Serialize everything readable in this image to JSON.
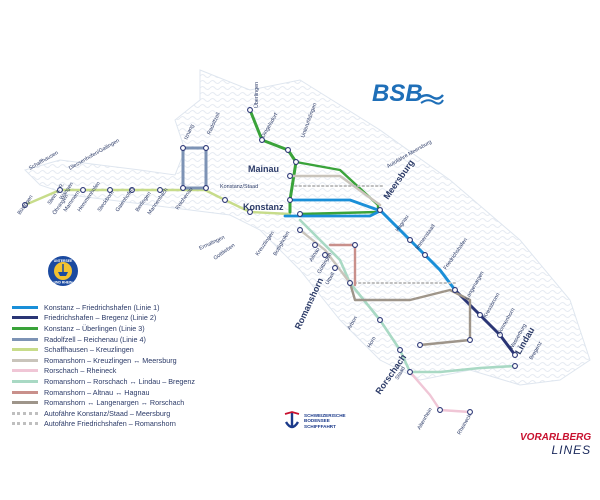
{
  "logos": {
    "bsb": "BSB",
    "vorarlberg_top": "VORARLBERG",
    "vorarlberg_bottom": "LINES",
    "sbs_text": "SCHWEIZERISCHE BODENSEE SCHIFFFAHRT",
    "uboot_top": "UNTERSEE",
    "uboot_bottom": "UND RHEIN"
  },
  "legend": [
    {
      "label": "Konstanz – Friedrichshafen (Linie 1)",
      "color": "#1a8fd8",
      "style": "solid"
    },
    {
      "label": "Friedrichshafen – Bregenz (Linie 2)",
      "color": "#2a3575",
      "style": "solid"
    },
    {
      "label": "Konstanz – Überlingen (Linie 3)",
      "color": "#3aa33a",
      "style": "solid"
    },
    {
      "label": "Radolfzell – Reichenau (Linie 4)",
      "color": "#7d93b5",
      "style": "solid"
    },
    {
      "label": "Schaffhausen – Kreuzlingen",
      "color": "#c7dc8a",
      "style": "solid"
    },
    {
      "label": "Romanshorn – Kreuzlingen ↔ Meersburg",
      "color": "#c9c4bb",
      "style": "solid"
    },
    {
      "label": "Rorschach – Rheineck",
      "color": "#f0c6d6",
      "style": "solid"
    },
    {
      "label": "Romanshorn – Rorschach ↔ Lindau – Bregenz",
      "color": "#a9d9c4",
      "style": "solid"
    },
    {
      "label": "Romanshorn – Altnau ↔ Hagnau",
      "color": "#c9908b",
      "style": "solid"
    },
    {
      "label": "Romanshorn ↔ Langenargen ↔ Rorschach",
      "color": "#9e958a",
      "style": "solid"
    },
    {
      "label": "Autofähre Konstanz/Staad – Meersburg",
      "color": "#bfbfbf",
      "style": "dotted"
    },
    {
      "label": "Autofähre Friedrichshafen – Romanshorn",
      "color": "#bfbfbf",
      "style": "dotted"
    }
  ],
  "places": {
    "major": [
      "Mainau",
      "Konstanz",
      "Meersburg",
      "Romanshorn",
      "Rorschach",
      "Lindau"
    ],
    "stations": [
      "Überlingen",
      "Dingelsdorf",
      "Unteruhldingen",
      "Autofähre Meersburg",
      "Konstanz/Staad",
      "Hagnau",
      "Immenstaad",
      "Friedrichshafen",
      "Langenargen",
      "Kressbronn",
      "Nonnenhorn",
      "Wasserburg",
      "Bregenz",
      "Radolfzell",
      "Iznang",
      "Reichenau",
      "Mannenbach",
      "Berlingen",
      "Gaienhofen",
      "Steckborn",
      "Hemmenhofen",
      "Wangen",
      "Mammern",
      "Öhningen",
      "Stein a. R.",
      "Diessenhofen/Gailingen",
      "Schaffhausen",
      "Büsingen",
      "Ermatingen",
      "Gottlieben",
      "Kreuzlingen",
      "Bottighofen",
      "Altnau",
      "Güttingen",
      "Uttwil",
      "Arbon",
      "Horn",
      "Staad",
      "Altenrhein",
      "Rheineck"
    ]
  },
  "colors": {
    "l1": "#1a8fd8",
    "l2": "#2a3575",
    "l3": "#3aa33a",
    "l4": "#7d93b5",
    "schaff": "#c7dc8a",
    "kreuz_meers": "#c9c4bb",
    "rheineck": "#f0c6d6",
    "rors_lindau": "#a9d9c4",
    "altnau_hagnau": "#c9908b",
    "langenargen": "#9e958a",
    "ferry": "#bfbfbf",
    "lake": "#e3e8f0",
    "label": "#2b3a67"
  }
}
